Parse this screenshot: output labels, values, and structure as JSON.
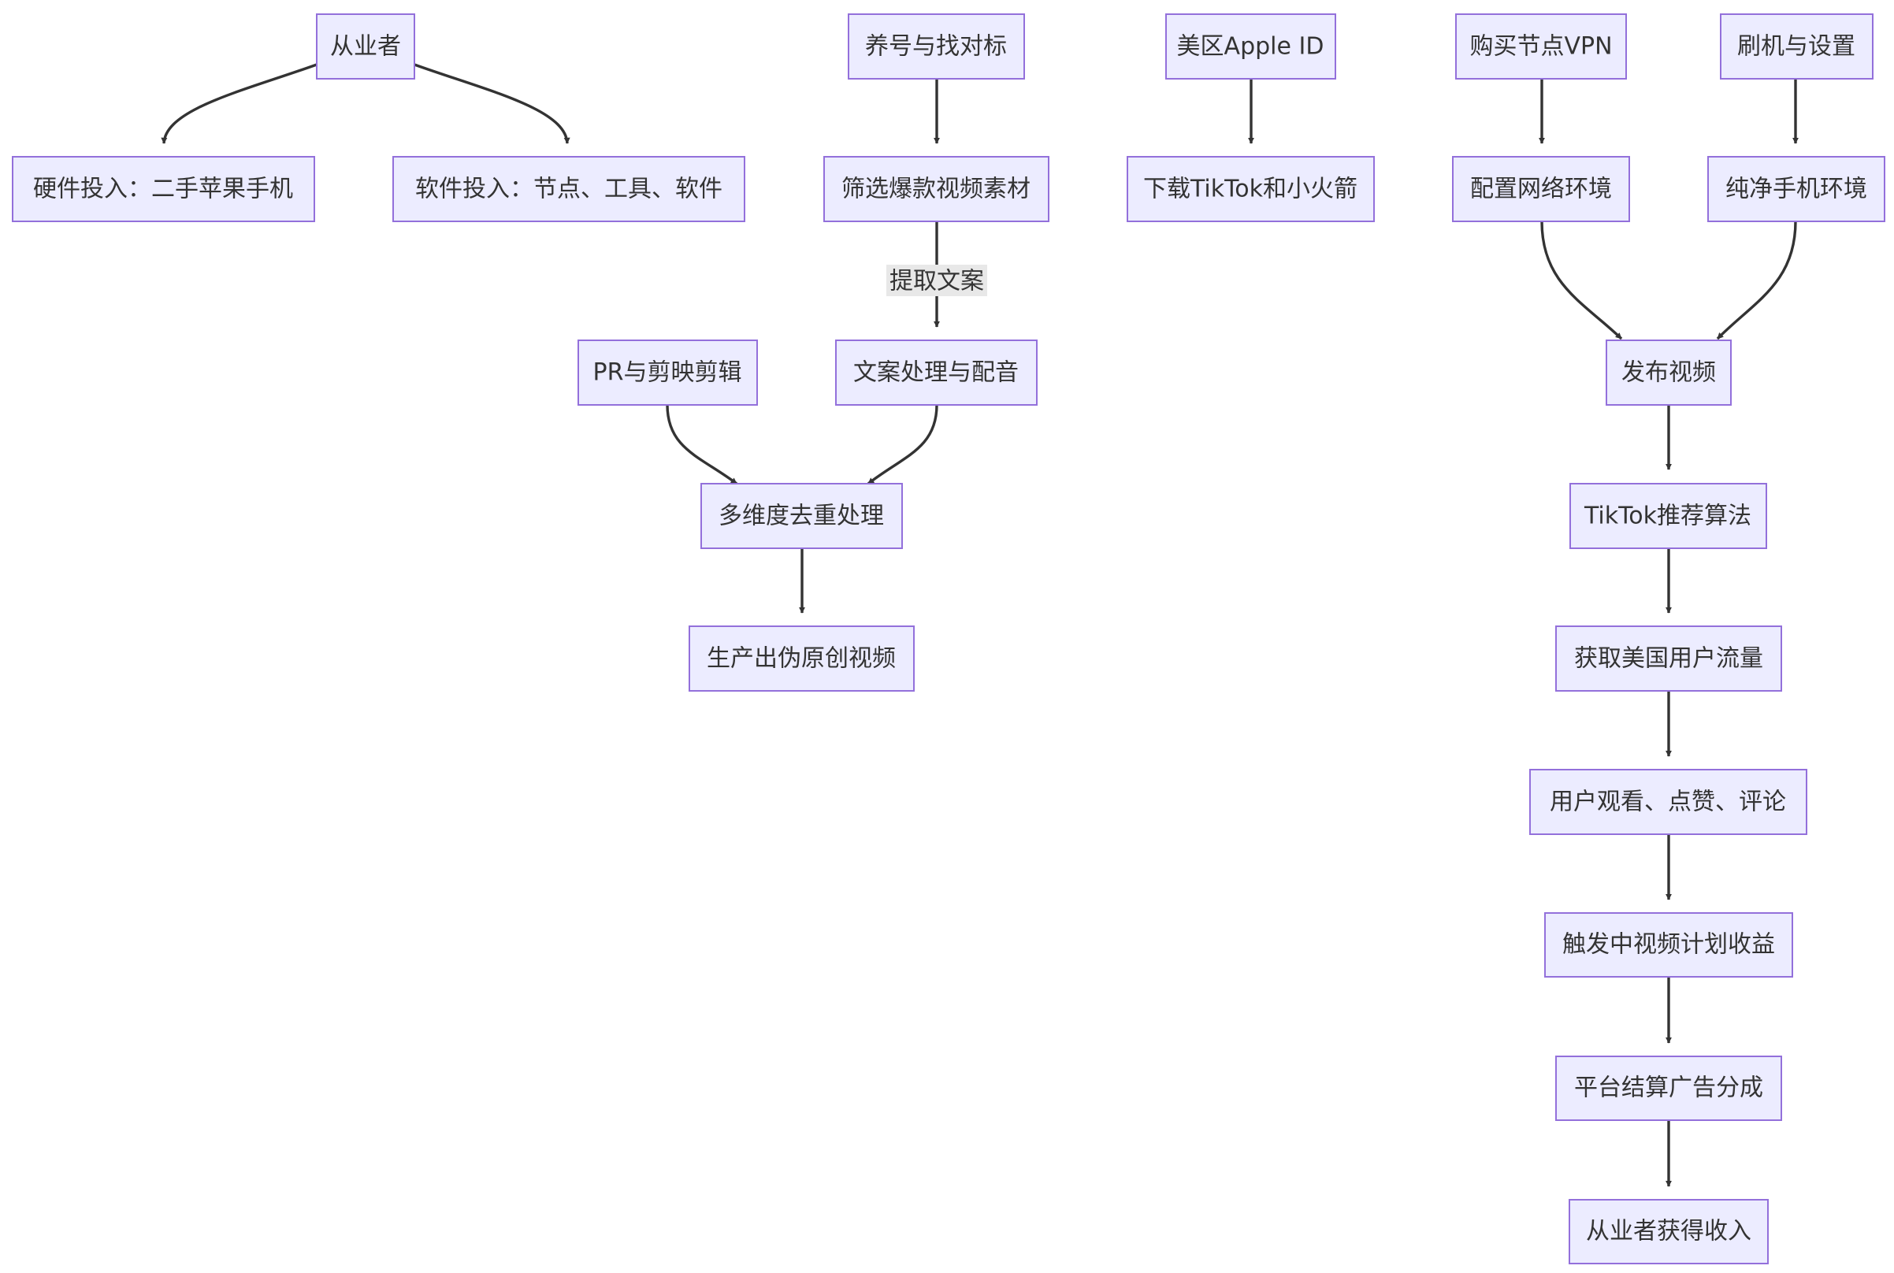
{
  "diagram": {
    "nodes": {
      "n1": "从业者",
      "n2": "硬件投入：二手苹果手机",
      "n3": "软件投入：节点、工具、软件",
      "n4": "养号与找对标",
      "n5": "筛选爆款视频素材",
      "n6": "文案处理与配音",
      "n7": "PR与剪映剪辑",
      "n8": "多维度去重处理",
      "n9": "生产出伪原创视频",
      "n10": "美区Apple ID",
      "n11": "下载TikTok和小火箭",
      "n12": "购买节点VPN",
      "n13": "配置网络环境",
      "n14": "刷机与设置",
      "n15": "纯净手机环境",
      "n16": "发布视频",
      "n17": "TikTok推荐算法",
      "n18": "获取美国用户流量",
      "n19": "用户观看、点赞、评论",
      "n20": "触发中视频计划收益",
      "n21": "平台结算广告分成",
      "n22": "从业者获得收入"
    },
    "edge_labels": {
      "e5_6": "提取文案"
    }
  }
}
